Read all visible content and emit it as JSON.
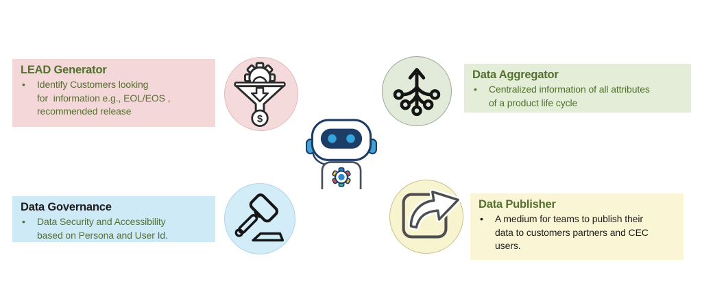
{
  "diagram": {
    "title": "Chatbot data roles diagram",
    "bullet_char": "•",
    "center": {
      "icon": "chatbot-robot-icon",
      "robot_colors": {
        "outline": "#1e3c63",
        "body_outline": "#49505c",
        "visor": "#1c3e66",
        "eyes": "#35a3dc",
        "ears": "#3fa2d9",
        "gear_teeth": [
          "#3579c4",
          "#d9534f",
          "#f0c040",
          "#3aa6a6",
          "#d9534f",
          "#f0c040"
        ],
        "gear_center": "#2f86c8"
      }
    },
    "quadrants": [
      {
        "id": "lead-generator",
        "title": "LEAD Generator",
        "bullet_lines": [
          "Identify Customers looking",
          "for  information e.g., EOL/EOS ,",
          "recommended release"
        ],
        "icon": "funnel-gear-dollar-icon",
        "colors": {
          "box": "#f4d7d8",
          "circle": "#f5dadb",
          "circle_border": "#e4b9bc",
          "title": "#53702e",
          "text": "#53702e",
          "icon_stroke": "#2a2a2a"
        }
      },
      {
        "id": "data-aggregator",
        "title": "Data Aggregator",
        "bullet_lines": [
          "Centralized information of all attributes",
          "of a product life cycle"
        ],
        "icon": "merge-branches-arrow-icon",
        "colors": {
          "box": "#e3edd8",
          "circle": "#e2ead9",
          "circle_border": "#9aa595",
          "title": "#53702e",
          "text": "#53702e",
          "icon_stroke": "#151515"
        }
      },
      {
        "id": "data-governance",
        "title": "Data Governance",
        "bullet_lines": [
          "Data Security and Accessibility",
          "based on Persona and User Id."
        ],
        "icon": "gavel-icon",
        "colors": {
          "box": "#cfeaf7",
          "circle": "#d2ecf8",
          "circle_border": "#b0d5e4",
          "title": "#1c1c1c",
          "text": "#53702e",
          "icon_stroke": "#151515"
        }
      },
      {
        "id": "data-publisher",
        "title": "Data Publisher",
        "bullet_lines": [
          "A medium for teams to publish their",
          "data to customers partners and CEC",
          "users."
        ],
        "icon": "share-arrow-icon",
        "colors": {
          "box": "#faf6d5",
          "circle": "#f8f4d0",
          "circle_border": "#c6c189",
          "title": "#53702e",
          "text": "#1c1c1c",
          "icon_stroke": "#4f4f4f"
        }
      }
    ]
  }
}
